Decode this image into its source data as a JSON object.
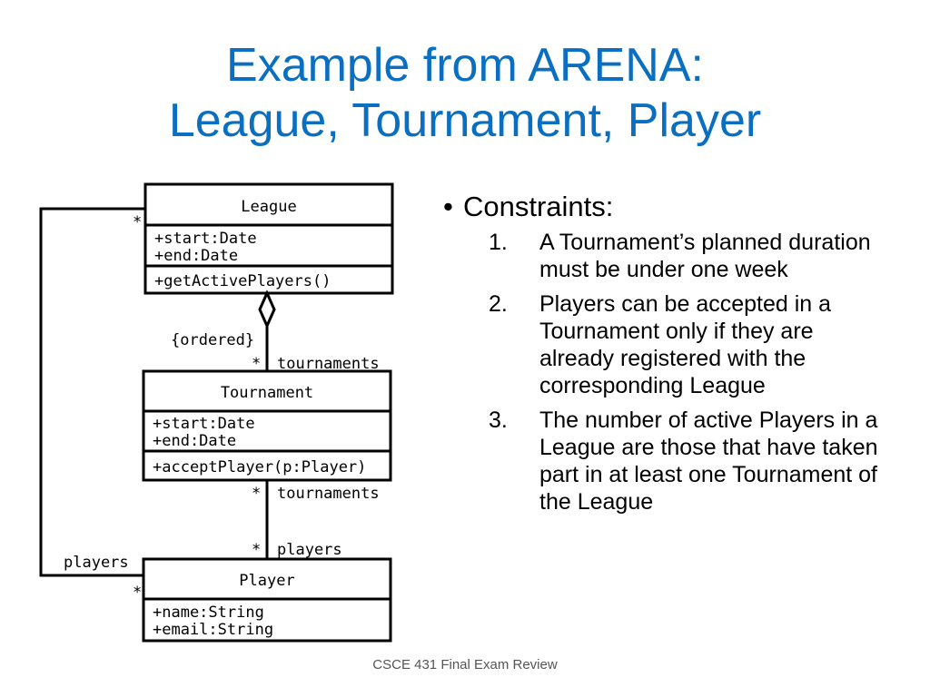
{
  "slide": {
    "title_line1": "Example from ARENA:",
    "title_line2": "League, Tournament, Player",
    "footer": "CSCE 431 Final Exam Review"
  },
  "diagram": {
    "league": {
      "name": "League",
      "attributes": [
        "+start:Date",
        "+end:Date"
      ],
      "operations": [
        "+getActivePlayers()"
      ]
    },
    "tournament": {
      "name": "Tournament",
      "attributes": [
        "+start:Date",
        "+end:Date"
      ],
      "operations": [
        "+acceptPlayer(p:Player)"
      ]
    },
    "player": {
      "name": "Player",
      "attributes": [
        "+name:String",
        "+email:String"
      ]
    },
    "labels": {
      "ordered": "{ordered}",
      "many": "*",
      "tournaments": "tournaments",
      "players": "players"
    }
  },
  "constraints": {
    "heading": "Constraints:",
    "bullet_symbol": "•",
    "items": [
      {
        "num": "1.",
        "text": "A Tournament’s planned duration must be under one week"
      },
      {
        "num": "2.",
        "text": "Players can be accepted in a Tournament only if they are already registered with the corresponding League"
      },
      {
        "num": "3.",
        "text": "The number of active Players in a League are those that have taken part in at least one Tournament of the League"
      }
    ]
  }
}
